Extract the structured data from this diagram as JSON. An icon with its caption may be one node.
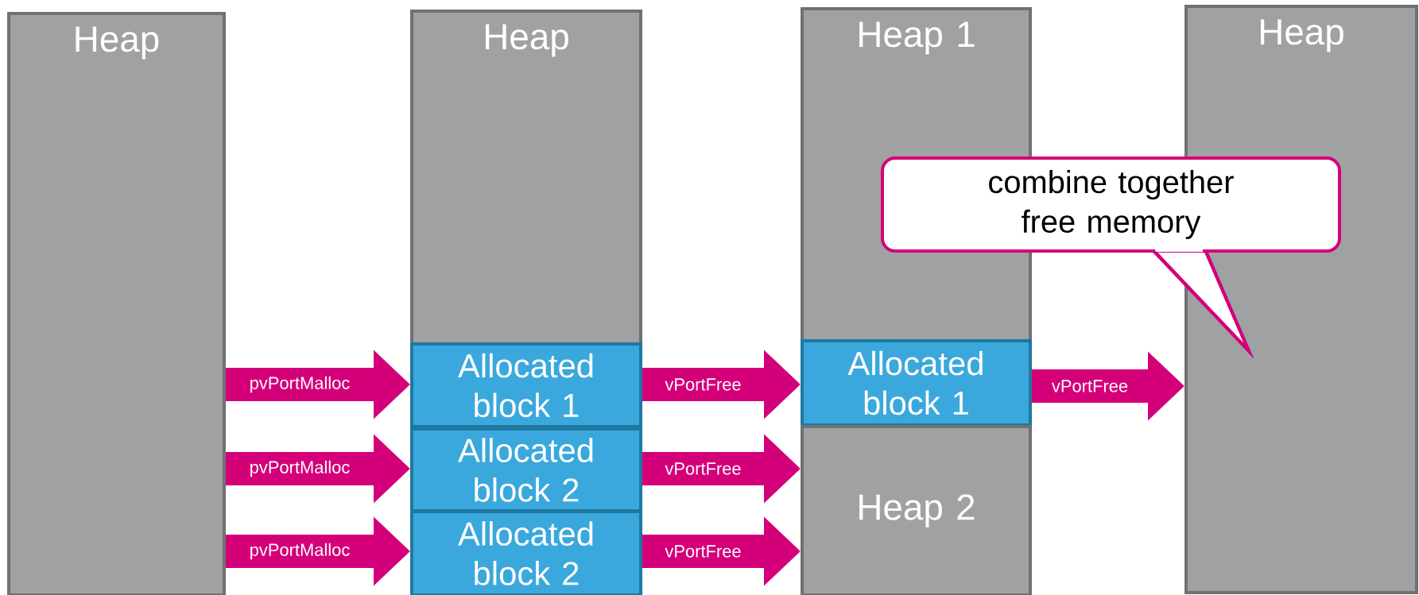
{
  "diagram": {
    "nodes": [
      {
        "text": [
          "Heap"
        ]
      },
      {
        "text": [
          "Heap"
        ]
      },
      {
        "text": [
          "Allocated block 1"
        ]
      },
      {
        "text": [
          "Allocated block 2"
        ]
      },
      {
        "text": [
          "Allocated block 2"
        ]
      },
      {
        "text": [
          "Heap 1"
        ]
      },
      {
        "text": [
          "Allocated block 1"
        ]
      },
      {
        "text": [
          "Heap 2"
        ]
      },
      {
        "text": [
          "Heap"
        ]
      },
      {
        "text": [
          "combine together free memory"
        ]
      }
    ],
    "edges": [
      {
        "from": 0,
        "to": 2,
        "arrow": "to",
        "label": "pvPortMalloc"
      },
      {
        "from": 0,
        "to": 3,
        "arrow": "to",
        "label": "pvPortMalloc"
      },
      {
        "from": 0,
        "to": 4,
        "arrow": "to",
        "label": "pvPortMalloc"
      },
      {
        "from": 2,
        "to": 6,
        "arrow": "to",
        "label": "vPortFree"
      },
      {
        "from": 3,
        "to": 7,
        "arrow": "to",
        "label": "vPortFree"
      },
      {
        "from": 4,
        "to": 7,
        "arrow": "to",
        "label": "vPortFree"
      },
      {
        "from": 6,
        "to": 8,
        "arrow": "to",
        "label": "vPortFree"
      }
    ]
  }
}
